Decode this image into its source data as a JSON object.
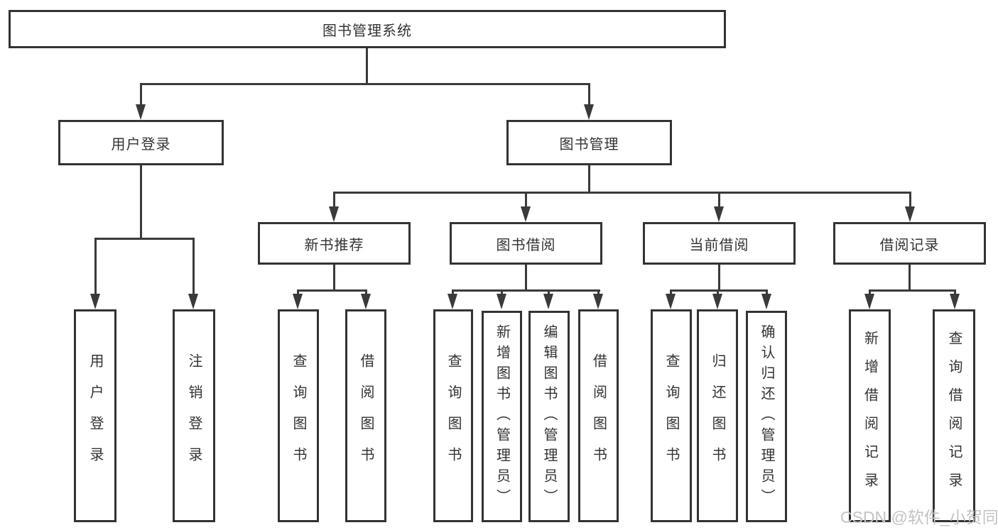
{
  "tree": {
    "root": "图书管理系统",
    "branches": [
      {
        "label": "用户登录",
        "children": [
          {
            "label": "用户登录"
          },
          {
            "label": "注销登录"
          }
        ]
      },
      {
        "label": "图书管理",
        "groups": [
          {
            "label": "新书推荐",
            "children": [
              {
                "label": "查询图书"
              },
              {
                "label": "借阅图书"
              }
            ]
          },
          {
            "label": "图书借阅",
            "children": [
              {
                "label": "查询图书"
              },
              {
                "label": "新增图书（管理员）"
              },
              {
                "label": "编辑图书（管理员）"
              },
              {
                "label": "借阅图书"
              }
            ]
          },
          {
            "label": "当前借阅",
            "children": [
              {
                "label": "查询图书"
              },
              {
                "label": "归还图书"
              },
              {
                "label": "确认归还（管理员）"
              }
            ]
          },
          {
            "label": "借阅记录",
            "children": [
              {
                "label": "新增借阅记录"
              },
              {
                "label": "查询借阅记录"
              }
            ]
          }
        ]
      }
    ]
  },
  "watermark": "CSDN @软件_小贺同学",
  "colors": {
    "border": "#333333",
    "line": "#3a3a3a",
    "text": "#333333",
    "watermark": "#c3c3c3",
    "background": "#ffffff"
  }
}
